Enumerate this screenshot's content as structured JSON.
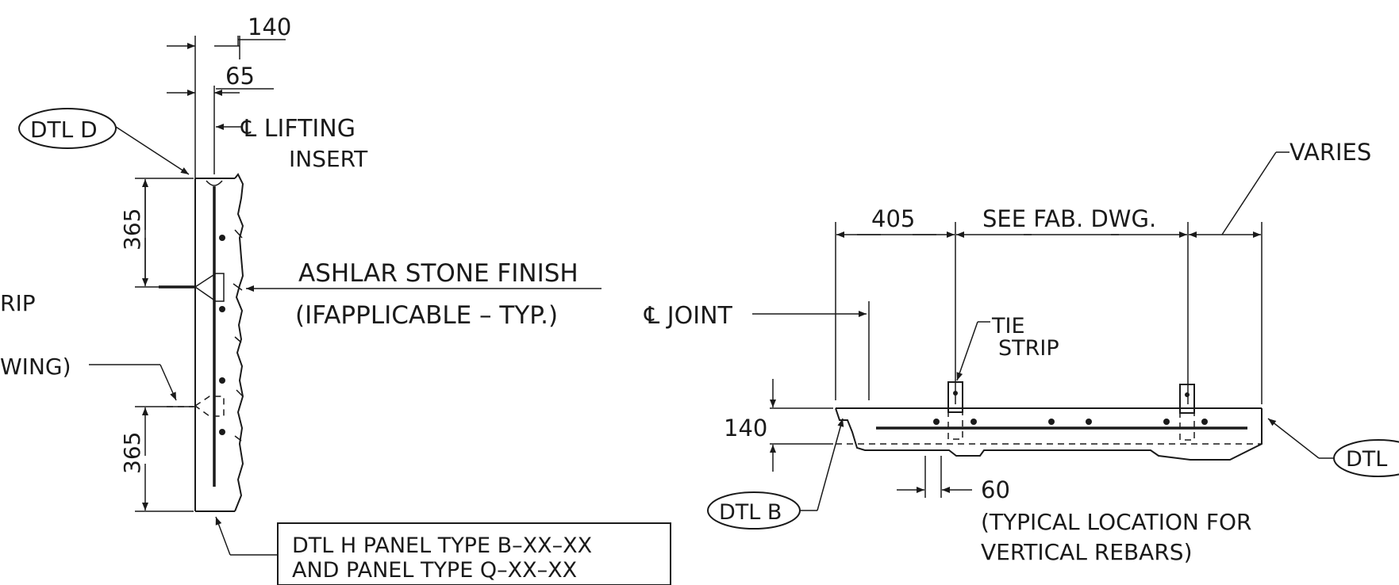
{
  "left_view": {
    "dim_140": "140",
    "dim_65": "65",
    "lifting_insert_line1": "℄ LIFTING",
    "lifting_insert_line2": "INSERT",
    "dtl_d": "DTL D",
    "dim_365_top": "365",
    "dim_365_bottom": "365",
    "strip_fragment": "RIP",
    "drawing_fragment": "WING)",
    "ashlar_line1": "ASHLAR STONE FINISH",
    "ashlar_line2": "(IFAPPLICABLE – TYP.)",
    "panel_note_line1": "DTL H PANEL TYPE B–XX–XX",
    "panel_note_line2": "AND PANEL TYPE Q–XX–XX"
  },
  "right_view": {
    "joint_label": "℄ JOINT",
    "varies": "VARIES",
    "dim_405": "405",
    "see_fab": "SEE FAB. DWG.",
    "tie_line1": "TIE",
    "tie_line2": "STRIP",
    "dim_140": "140",
    "dtl_b": "DTL B",
    "dtl_right": "DTL",
    "dim_60": "60",
    "rebar_note_line1": "(TYPICAL LOCATION FOR",
    "rebar_note_line2": "VERTICAL REBARS)"
  }
}
